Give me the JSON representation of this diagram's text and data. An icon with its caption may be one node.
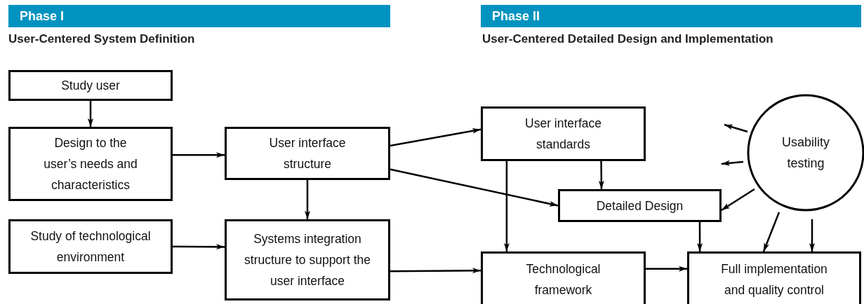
{
  "diagram": {
    "nodes": [
      {
        "text": [
          "Phase I"
        ]
      },
      {
        "text": [
          "Phase II"
        ]
      },
      {
        "text": [
          "Study user"
        ]
      },
      {
        "text": [
          "Design to the user’s needs and characteristics"
        ]
      },
      {
        "text": [
          "Study of technological environment"
        ]
      },
      {
        "text": [
          "User interface structure"
        ]
      },
      {
        "text": [
          "Systems integration structure to support the user interface"
        ]
      },
      {
        "text": [
          "User interface standards"
        ]
      },
      {
        "text": [
          "Detailed Design"
        ]
      },
      {
        "text": [
          "Technological framework"
        ]
      },
      {
        "text": [
          "Full implementation and quality control"
        ]
      },
      {
        "text": [
          "Usability testing"
        ]
      }
    ],
    "edges": [
      {
        "from": 2,
        "to": 3,
        "arrow": "to"
      },
      {
        "from": 3,
        "to": 5,
        "arrow": "to"
      },
      {
        "from": 4,
        "to": 6,
        "arrow": "to"
      },
      {
        "from": 5,
        "to": 6,
        "arrow": "to"
      },
      {
        "from": 5,
        "to": 7,
        "arrow": "to"
      },
      {
        "from": 5,
        "to": 8,
        "arrow": "to"
      },
      {
        "from": 6,
        "to": 9,
        "arrow": "to"
      },
      {
        "from": 7,
        "to": 8,
        "arrow": "to"
      },
      {
        "from": 7,
        "to": 9,
        "arrow": "to"
      },
      {
        "from": 8,
        "to": 10,
        "arrow": "to"
      },
      {
        "from": 9,
        "to": 10,
        "arrow": "to"
      },
      {
        "from": 11,
        "to": null,
        "arrow": "to"
      },
      {
        "from": 11,
        "to": null,
        "arrow": "to"
      },
      {
        "from": 11,
        "to": 8,
        "arrow": "to"
      },
      {
        "from": 11,
        "to": 10,
        "arrow": "to"
      },
      {
        "from": 11,
        "to": 10,
        "arrow": "to"
      }
    ],
    "labels": [
      "User-Centered System Definition",
      "User-Centered Detailed Design and Implementation"
    ]
  }
}
